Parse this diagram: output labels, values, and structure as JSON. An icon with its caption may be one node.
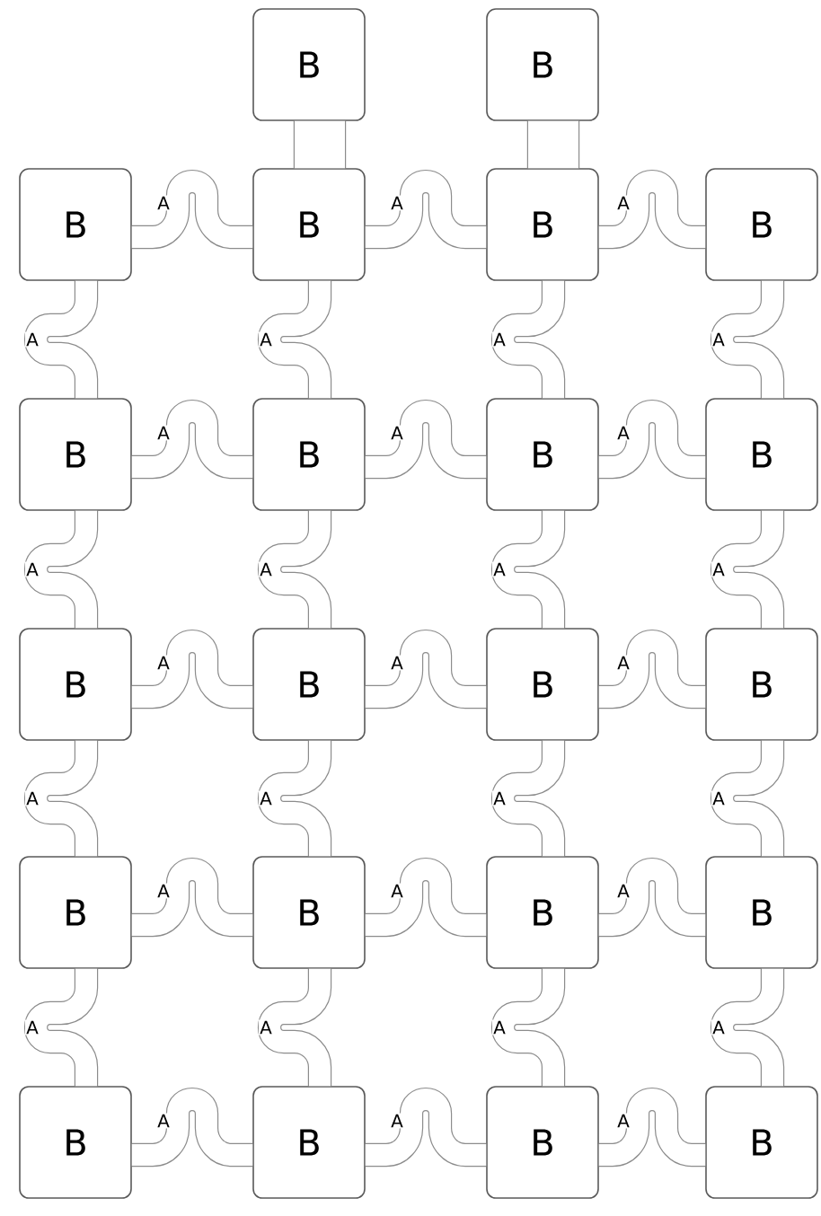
{
  "diagram": {
    "nodes": [
      {
        "text": [
          "B"
        ]
      },
      {
        "text": [
          "B"
        ]
      },
      {
        "text": [
          "B"
        ]
      },
      {
        "text": [
          "B"
        ]
      },
      {
        "text": [
          "B"
        ]
      },
      {
        "text": [
          "B"
        ]
      },
      {
        "text": [
          "B"
        ]
      },
      {
        "text": [
          "B"
        ]
      },
      {
        "text": [
          "B"
        ]
      },
      {
        "text": [
          "B"
        ]
      },
      {
        "text": [
          "B"
        ]
      },
      {
        "text": [
          "B"
        ]
      },
      {
        "text": [
          "B"
        ]
      },
      {
        "text": [
          "B"
        ]
      },
      {
        "text": [
          "B"
        ]
      },
      {
        "text": [
          "B"
        ]
      },
      {
        "text": [
          "B"
        ]
      },
      {
        "text": [
          "B"
        ]
      },
      {
        "text": [
          "B"
        ]
      },
      {
        "text": [
          "B"
        ]
      },
      {
        "text": [
          "B"
        ]
      },
      {
        "text": [
          "B"
        ]
      }
    ],
    "edges": [
      {
        "from": 0,
        "to": 3,
        "arrow": "none",
        "style": "thick"
      },
      {
        "from": 1,
        "to": 4,
        "arrow": "none",
        "style": "thick"
      },
      {
        "from": 2,
        "to": 3,
        "arrow": "none",
        "label": "A"
      },
      {
        "from": 3,
        "to": 4,
        "arrow": "none",
        "label": "A"
      },
      {
        "from": 4,
        "to": 5,
        "arrow": "none",
        "label": "A"
      },
      {
        "from": 2,
        "to": 6,
        "arrow": "none",
        "label": "A"
      },
      {
        "from": 3,
        "to": 7,
        "arrow": "none",
        "label": "A"
      },
      {
        "from": 4,
        "to": 8,
        "arrow": "none",
        "label": "A"
      },
      {
        "from": 5,
        "to": 9,
        "arrow": "none",
        "label": "A"
      },
      {
        "from": 6,
        "to": 7,
        "arrow": "none",
        "label": "A"
      },
      {
        "from": 7,
        "to": 8,
        "arrow": "none",
        "label": "A"
      },
      {
        "from": 8,
        "to": 9,
        "arrow": "none",
        "label": "A"
      },
      {
        "from": 6,
        "to": 10,
        "arrow": "none",
        "label": "A"
      },
      {
        "from": 7,
        "to": 11,
        "arrow": "none",
        "label": "A"
      },
      {
        "from": 8,
        "to": 12,
        "arrow": "none",
        "label": "A"
      },
      {
        "from": 9,
        "to": 13,
        "arrow": "none",
        "label": "A"
      },
      {
        "from": 10,
        "to": 11,
        "arrow": "none",
        "label": "A"
      },
      {
        "from": 11,
        "to": 12,
        "arrow": "none",
        "label": "A"
      },
      {
        "from": 12,
        "to": 13,
        "arrow": "none",
        "label": "A"
      },
      {
        "from": 10,
        "to": 14,
        "arrow": "none",
        "label": "A"
      },
      {
        "from": 11,
        "to": 15,
        "arrow": "none",
        "label": "A"
      },
      {
        "from": 12,
        "to": 16,
        "arrow": "none",
        "label": "A"
      },
      {
        "from": 13,
        "to": 17,
        "arrow": "none",
        "label": "A"
      },
      {
        "from": 14,
        "to": 15,
        "arrow": "none",
        "label": "A"
      },
      {
        "from": 15,
        "to": 16,
        "arrow": "none",
        "label": "A"
      },
      {
        "from": 16,
        "to": 17,
        "arrow": "none",
        "label": "A"
      },
      {
        "from": 14,
        "to": 18,
        "arrow": "none",
        "label": "A"
      },
      {
        "from": 15,
        "to": 19,
        "arrow": "none",
        "label": "A"
      },
      {
        "from": 16,
        "to": 20,
        "arrow": "none",
        "label": "A"
      },
      {
        "from": 17,
        "to": 21,
        "arrow": "none",
        "label": "A"
      },
      {
        "from": 18,
        "to": 19,
        "arrow": "none",
        "label": "A"
      },
      {
        "from": 19,
        "to": 20,
        "arrow": "none",
        "label": "A"
      },
      {
        "from": 20,
        "to": 21,
        "arrow": "none",
        "label": "A"
      }
    ]
  }
}
